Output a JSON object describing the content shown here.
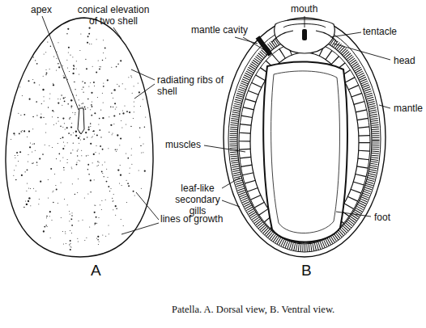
{
  "diagram": {
    "caption": "Patella. A. Dorsal view, B. Ventral view.",
    "labels": [
      "apex",
      "conical elevation of two shell",
      "radiating ribs of shell",
      "lines of growth",
      "A",
      "mouth",
      "mantle cavity",
      "tentacle",
      "head",
      "mantle",
      "muscles",
      "leaf-like secondary gills",
      "foot",
      "B"
    ]
  }
}
